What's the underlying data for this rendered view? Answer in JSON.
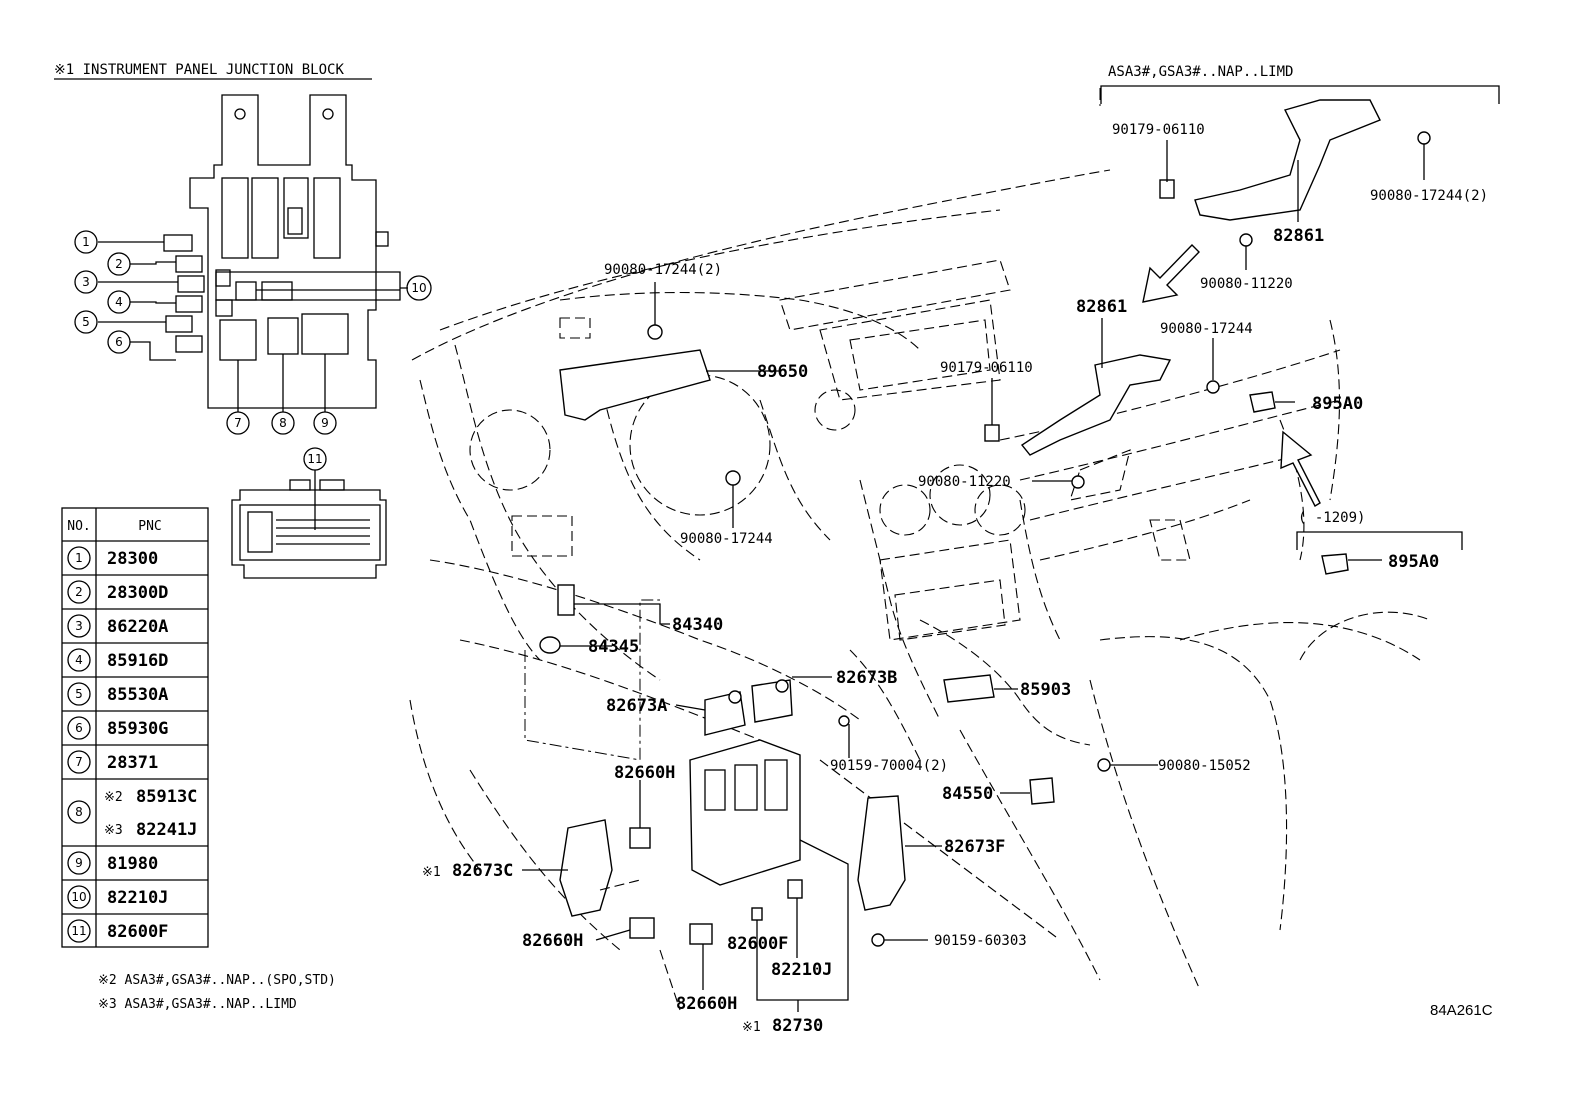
{
  "header": {
    "junction_block_title": "※1 INSTRUMENT PANEL JUNCTION BLOCK",
    "variant_title": "ASA3#,GSA3#..NAP..LIMD"
  },
  "callouts": {
    "c1": "1",
    "c2": "2",
    "c3": "3",
    "c4": "4",
    "c5": "5",
    "c6": "6",
    "c7": "7",
    "c8": "8",
    "c9": "9",
    "c10": "10",
    "c11": "11"
  },
  "table": {
    "headers": {
      "no": "NO.",
      "pnc": "PNC"
    },
    "rows": [
      {
        "no": "1",
        "pnc": "28300"
      },
      {
        "no": "2",
        "pnc": "28300D"
      },
      {
        "no": "3",
        "pnc": "86220A"
      },
      {
        "no": "4",
        "pnc": "85916D"
      },
      {
        "no": "5",
        "pnc": "85530A"
      },
      {
        "no": "6",
        "pnc": "85930G"
      },
      {
        "no": "7",
        "pnc": "28371"
      },
      {
        "no": "8",
        "pnc_a_mark": "※2",
        "pnc_a": "85913C",
        "pnc_b_mark": "※3",
        "pnc_b": "82241J"
      },
      {
        "no": "9",
        "pnc": "81980"
      },
      {
        "no": "10",
        "pnc": "82210J"
      },
      {
        "no": "11",
        "pnc": "82600F"
      }
    ]
  },
  "footnotes": {
    "note2": "※2 ASA3#,GSA3#..NAP..(SPO,STD)",
    "note3": "※3 ASA3#,GSA3#..NAP..LIMD"
  },
  "parts": {
    "p_90179_06110_top": "90179-06110",
    "p_90080_17244_2_top": "90080-17244(2)",
    "p_82861_top": "82861",
    "p_90080_11220_top": "90080-11220",
    "p_82861_mid": "82861",
    "p_90080_17244_right": "90080-17244",
    "p_90179_06110_mid": "90179-06110",
    "p_895A0_upper": "895A0",
    "p_90080_11220_mid": "90080-11220",
    "p_range": "(      -1209)",
    "p_895A0_lower": "895A0",
    "p_90080_17244_2_left": "90080-17244(2)",
    "p_89650": "89650",
    "p_90080_17244_cluster": "90080-17244",
    "p_84340": "84340",
    "p_84345": "84345",
    "p_82673B": "82673B",
    "p_82673A": "82673A",
    "p_85903": "85903",
    "p_90159_70004": "90159-70004(2)",
    "p_90080_15052": "90080-15052",
    "p_84550": "84550",
    "p_82660H_top": "82660H",
    "p_82673F": "82673F",
    "p_82673C_mark": "※1",
    "p_82673C": "82673C",
    "p_90159_60303": "90159-60303",
    "p_82660H_left": "82660H",
    "p_82600F": "82600F",
    "p_82210J": "82210J",
    "p_82660H_bottom": "82660H",
    "p_82730_mark": "※1",
    "p_82730": "82730"
  },
  "illustration_code": "84A261C"
}
